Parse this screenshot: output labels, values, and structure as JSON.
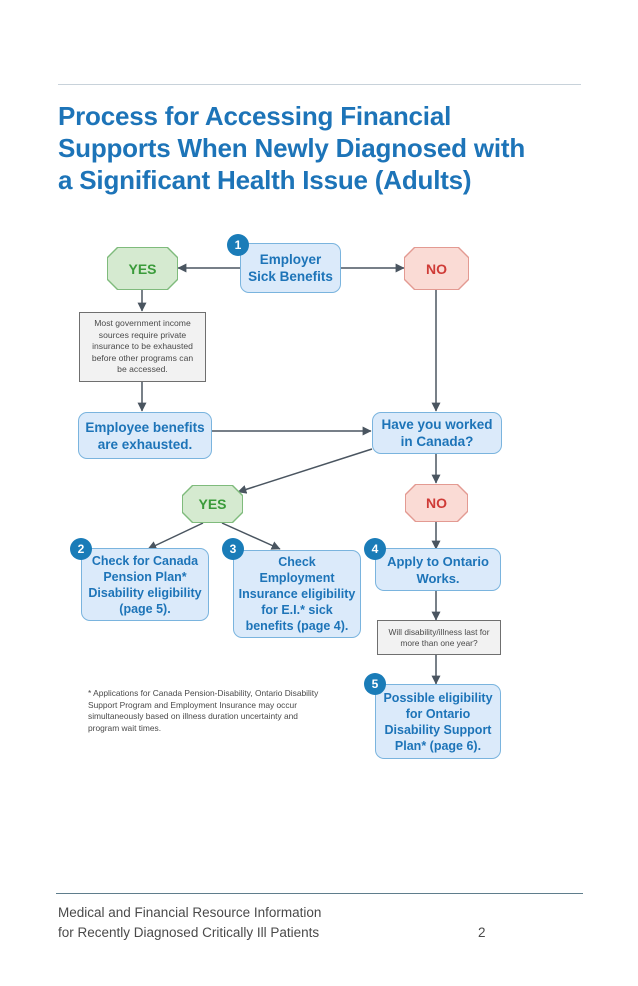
{
  "document": {
    "title_lines": [
      "Process for Accessing Financial",
      "Supports When Newly Diagnosed with",
      "a Significant Health Issue (Adults)"
    ],
    "title_color": "#1d74b8"
  },
  "footer": {
    "line1": "Medical and Financial Resource Information",
    "line2": "for Recently Diagnosed Critically Ill Patients",
    "page_number": "2"
  },
  "flowchart": {
    "type": "flowchart",
    "colors": {
      "process_fill": "#dbeafa",
      "process_border": "#7ab4de",
      "process_text": "#1d74b8",
      "yes_fill": "#d5ead0",
      "yes_text": "#3a9b3a",
      "no_fill": "#fadbd5",
      "no_text": "#cf3b37",
      "note_fill": "#f2f2f2",
      "note_border": "#6f6f6f",
      "badge_fill": "#1a7cb8",
      "connector": "#4a5560"
    },
    "nodes": {
      "employer_sick_benefits": {
        "badge": "1",
        "text": "Employer\nSick Benefits"
      },
      "yes_top": {
        "text": "YES"
      },
      "no_top": {
        "text": "NO"
      },
      "note_private_insurance": {
        "text": "Most government income sources require private insurance to be exhausted before other programs can be accessed."
      },
      "employee_benefits_exhausted": {
        "text": "Employee benefits\nare exhausted."
      },
      "worked_in_canada": {
        "text": "Have you worked\nin Canada?"
      },
      "yes_mid": {
        "text": "YES"
      },
      "no_mid": {
        "text": "NO"
      },
      "cpp_disability": {
        "badge": "2",
        "text": "Check for Canada\nPension Plan*\nDisability eligibility\n(page 5)."
      },
      "employment_insurance": {
        "badge": "3",
        "text": "Check\nEmployment\nInsurance eligibility\nfor E.I.* sick\nbenefits (page 4)."
      },
      "ontario_works": {
        "badge": "4",
        "text": "Apply to Ontario\nWorks."
      },
      "note_one_year": {
        "text": "Will disability/illness last for\nmore than one year?"
      },
      "odsp": {
        "badge": "5",
        "text": "Possible eligibility\nfor Ontario\nDisability Support\nPlan* (page 6)."
      }
    },
    "footnote": "* Applications for Canada Pension-Disability, Ontario Disability Support Program and Employment Insurance may occur simultaneously based on illness duration uncertainty and program wait times.",
    "edges": [
      {
        "from": "employer_sick_benefits",
        "to": "yes_top"
      },
      {
        "from": "employer_sick_benefits",
        "to": "no_top"
      },
      {
        "from": "yes_top",
        "to": "note_private_insurance"
      },
      {
        "from": "note_private_insurance",
        "to": "employee_benefits_exhausted"
      },
      {
        "from": "employee_benefits_exhausted",
        "to": "worked_in_canada"
      },
      {
        "from": "no_top",
        "to": "worked_in_canada"
      },
      {
        "from": "worked_in_canada",
        "to": "yes_mid"
      },
      {
        "from": "worked_in_canada",
        "to": "no_mid"
      },
      {
        "from": "yes_mid",
        "to": "cpp_disability"
      },
      {
        "from": "yes_mid",
        "to": "employment_insurance"
      },
      {
        "from": "no_mid",
        "to": "ontario_works"
      },
      {
        "from": "ontario_works",
        "to": "note_one_year"
      },
      {
        "from": "note_one_year",
        "to": "odsp"
      }
    ]
  }
}
